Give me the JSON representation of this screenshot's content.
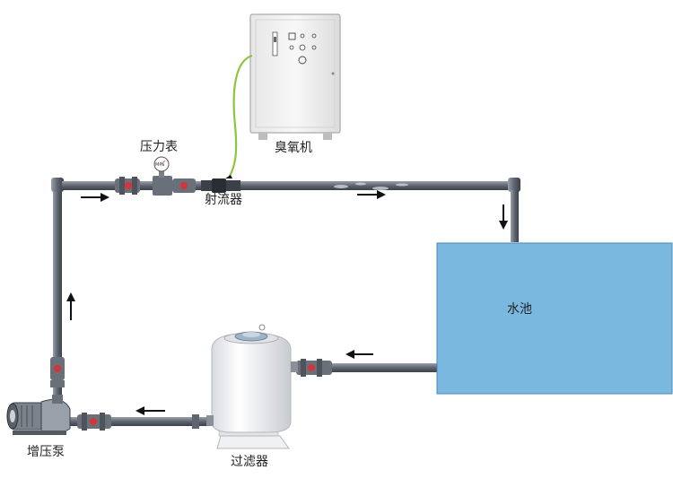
{
  "labels": {
    "ozone_generator": "臭氧机",
    "pressure_gauge": "压力表",
    "gauge_face": "MPa",
    "venturi_injector": "射流器",
    "water_pool": "水池",
    "filter": "过滤器",
    "booster_pump": "增压泵"
  },
  "colors": {
    "pipe": "#5e6470",
    "pipe_highlight": "#9aa0aa",
    "pool": "#7bb8e0",
    "pool_border": "#4a88b8",
    "ozone_tube": "#8cc63f",
    "valve_red": "#d4343a",
    "cabinet": "#f3f3f3",
    "arrow": "#111111"
  },
  "flow_arrows": [
    "right",
    "right",
    "down",
    "left",
    "left",
    "up"
  ]
}
